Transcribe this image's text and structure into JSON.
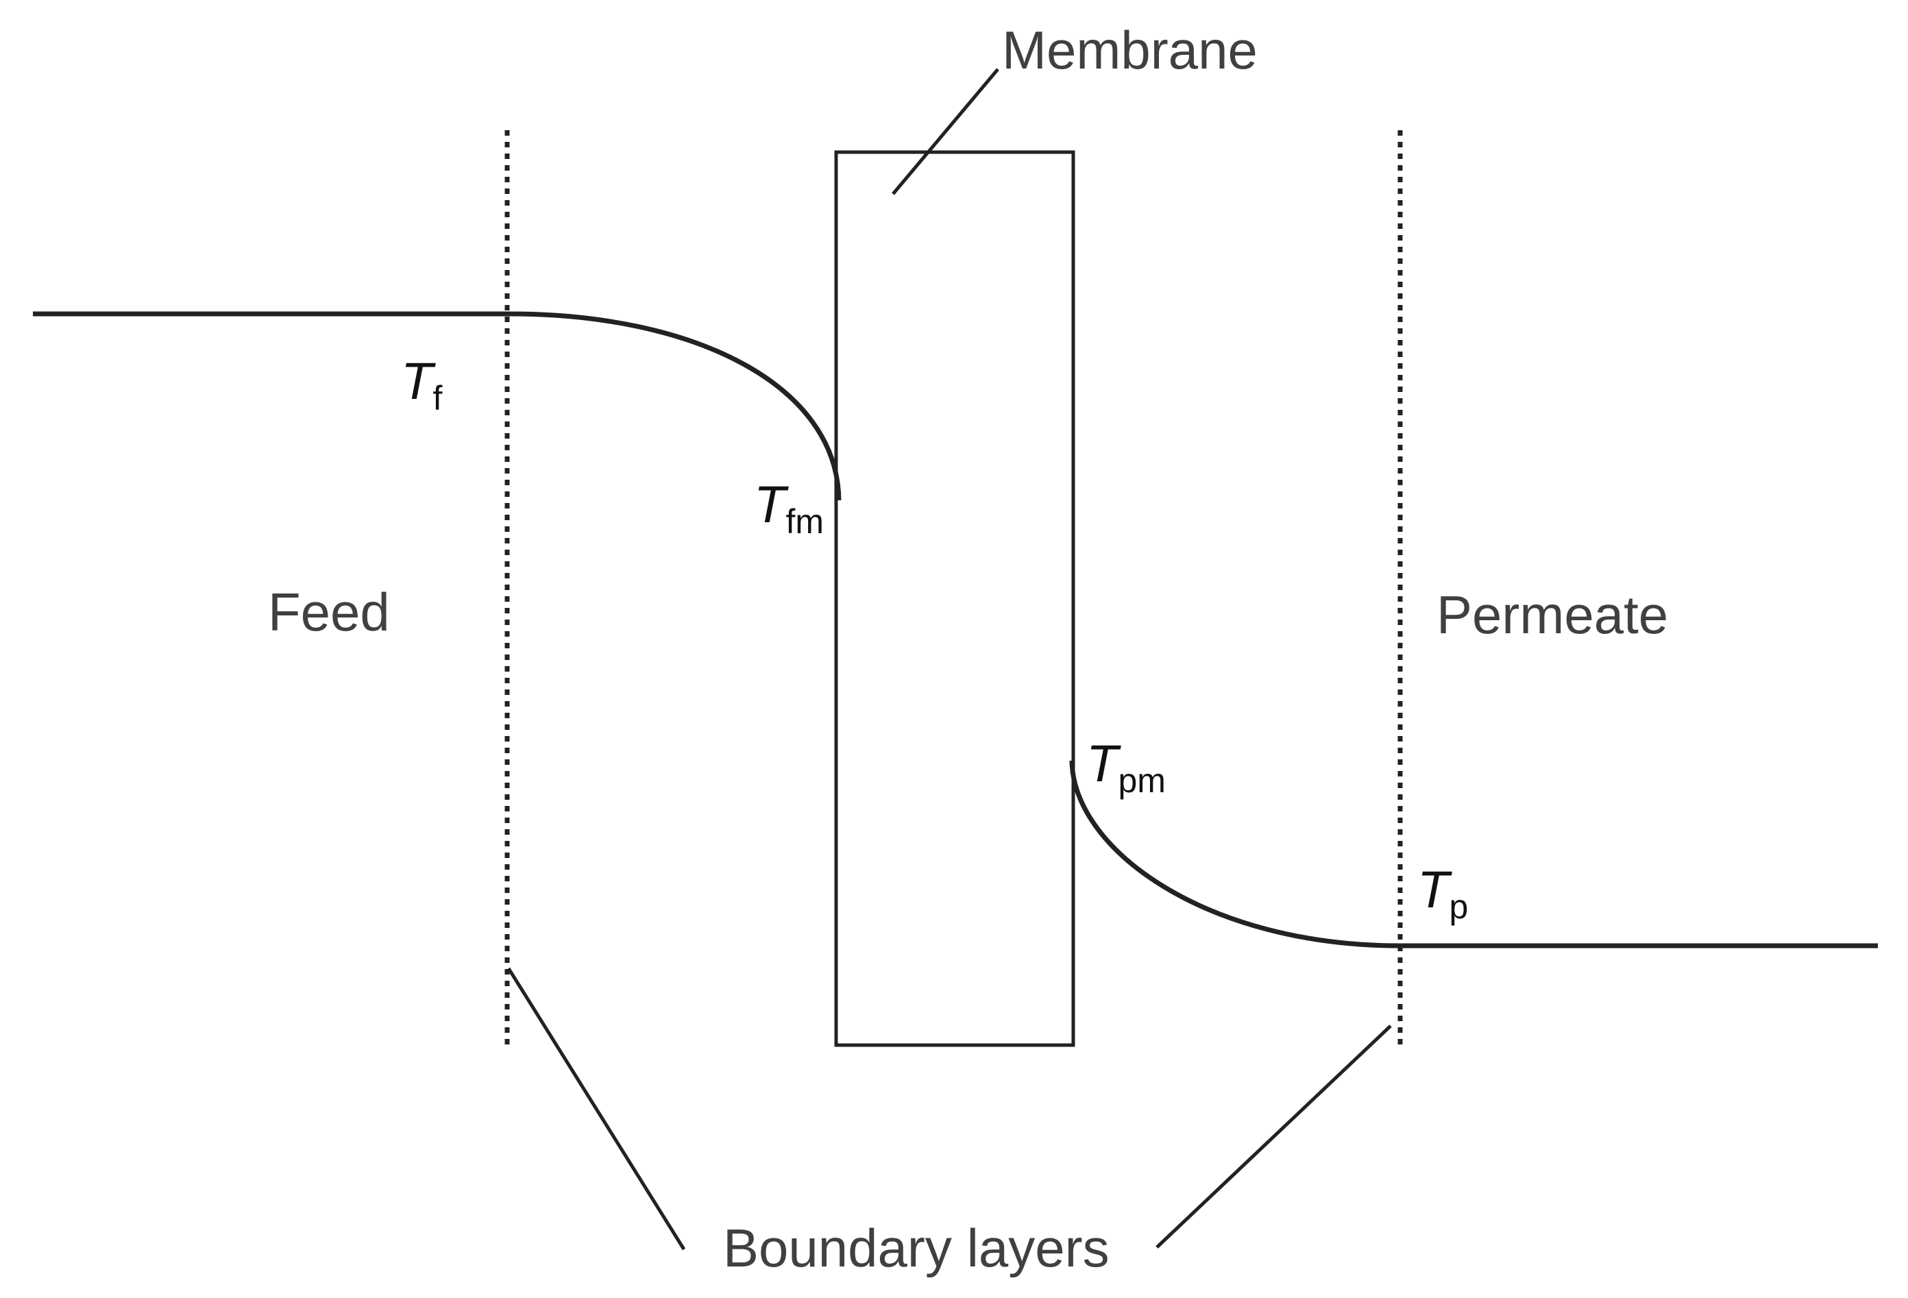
{
  "labels": {
    "membrane": "Membrane",
    "feed": "Feed",
    "permeate": "Permeate",
    "boundary_layers": "Boundary layers"
  },
  "temperatures": {
    "tf": {
      "main": "T",
      "sub": "f"
    },
    "tfm": {
      "main": "T",
      "sub": "fm"
    },
    "tpm": {
      "main": "T",
      "sub": "pm"
    },
    "tp": {
      "main": "T",
      "sub": "p"
    }
  },
  "colors": {
    "line": "#222222",
    "label_text": "#404040",
    "variable_text": "#111111",
    "background": "#ffffff"
  }
}
